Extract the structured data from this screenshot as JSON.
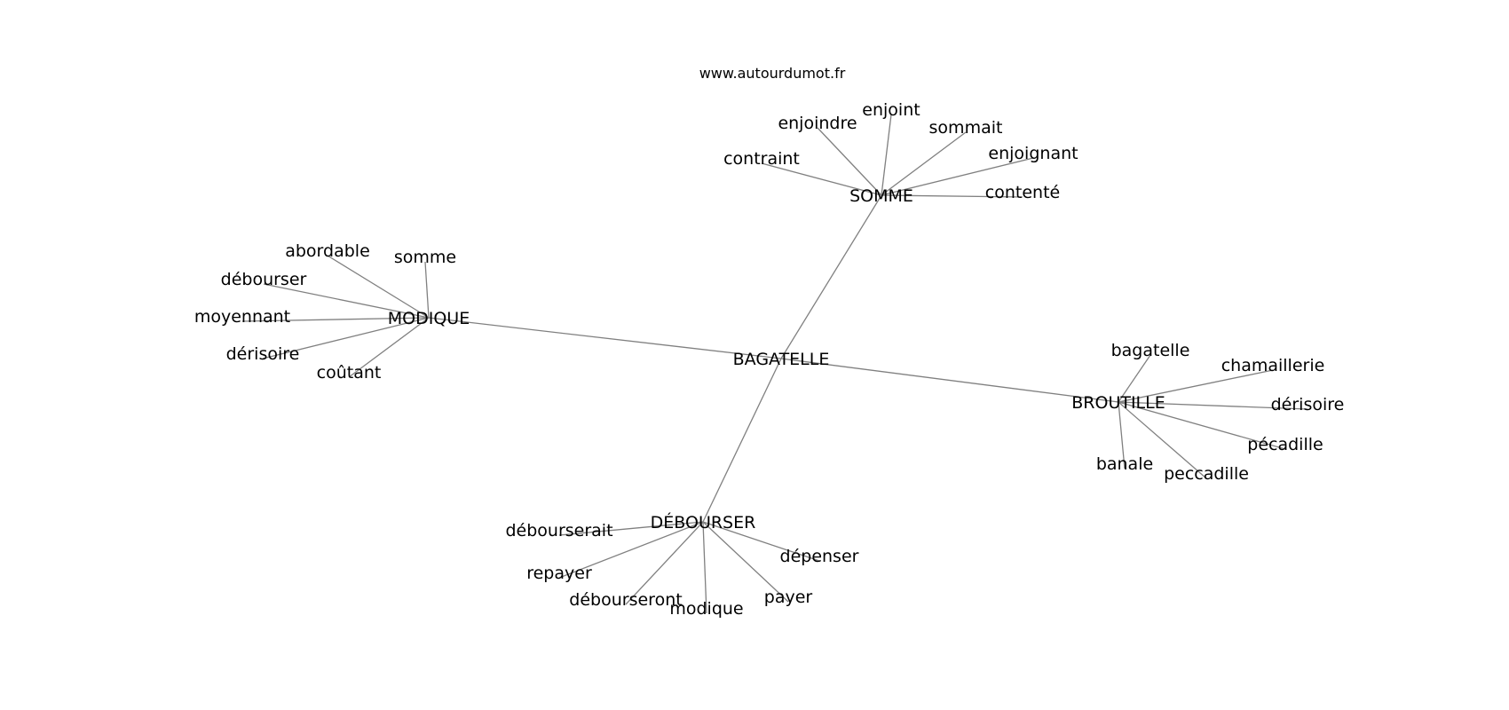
{
  "source": "www.autourdumot.fr",
  "graph": {
    "center": "BAGATELLE",
    "hubs": [
      {
        "label": "SOMME",
        "leaves": [
          "contraint",
          "enjoindre",
          "enjoint",
          "sommait",
          "enjoignant",
          "contenté"
        ]
      },
      {
        "label": "MODIQUE",
        "leaves": [
          "abordable",
          "somme",
          "débourser",
          "moyennant",
          "dérisoire",
          "coûtant"
        ]
      },
      {
        "label": "BROUTILLE",
        "leaves": [
          "bagatelle",
          "chamaillerie",
          "dérisoire",
          "pécadille",
          "peccadille",
          "banale"
        ]
      },
      {
        "label": "DÉBOURSER",
        "leaves": [
          "déboursera­it",
          "repayer",
          "débourseront",
          "modique",
          "payer",
          "dépenser"
        ]
      }
    ]
  }
}
